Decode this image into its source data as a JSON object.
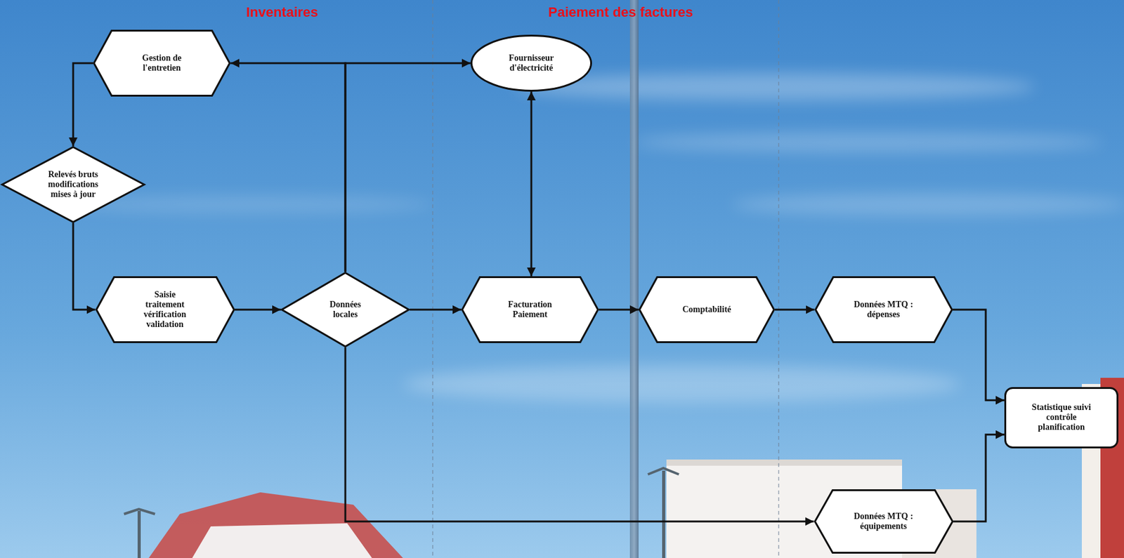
{
  "diagram": {
    "nodes": [
      {
        "text": [
          "Gestion de l'entretien"
        ]
      },
      {
        "text": [
          "Fournisseur d'électricité"
        ]
      },
      {
        "text": [
          "Relevés bruts modifications mises à jour"
        ]
      },
      {
        "text": [
          "Saisie traitement vérification validation"
        ]
      },
      {
        "text": [
          "Données locales"
        ]
      },
      {
        "text": [
          "Facturation Paiement"
        ]
      },
      {
        "text": [
          "Comptabilité"
        ]
      },
      {
        "text": [
          "Données MTQ : dépenses"
        ]
      },
      {
        "text": [
          "Statistique suivi contrôle planification"
        ]
      },
      {
        "text": [
          "Données MTQ : équipements"
        ]
      }
    ],
    "edges": [
      {
        "from": 0,
        "to": 2,
        "arrow": "to"
      },
      {
        "from": 2,
        "to": 3,
        "arrow": "to"
      },
      {
        "from": 3,
        "to": 4,
        "arrow": "to"
      },
      {
        "from": 4,
        "to": 0,
        "arrow": "to"
      },
      {
        "from": 4,
        "to": 1,
        "arrow": "to"
      },
      {
        "from": 4,
        "to": 5,
        "arrow": "to"
      },
      {
        "from": 1,
        "to": 5,
        "arrow": "both"
      },
      {
        "from": 5,
        "to": 6,
        "arrow": "to"
      },
      {
        "from": 6,
        "to": 7,
        "arrow": "to"
      },
      {
        "from": 7,
        "to": 8,
        "arrow": "to"
      },
      {
        "from": 4,
        "to": 9,
        "arrow": "to"
      },
      {
        "from": 9,
        "to": 8,
        "arrow": "to"
      }
    ],
    "labels": [
      "Inventaires",
      "Paiement des factures"
    ]
  }
}
